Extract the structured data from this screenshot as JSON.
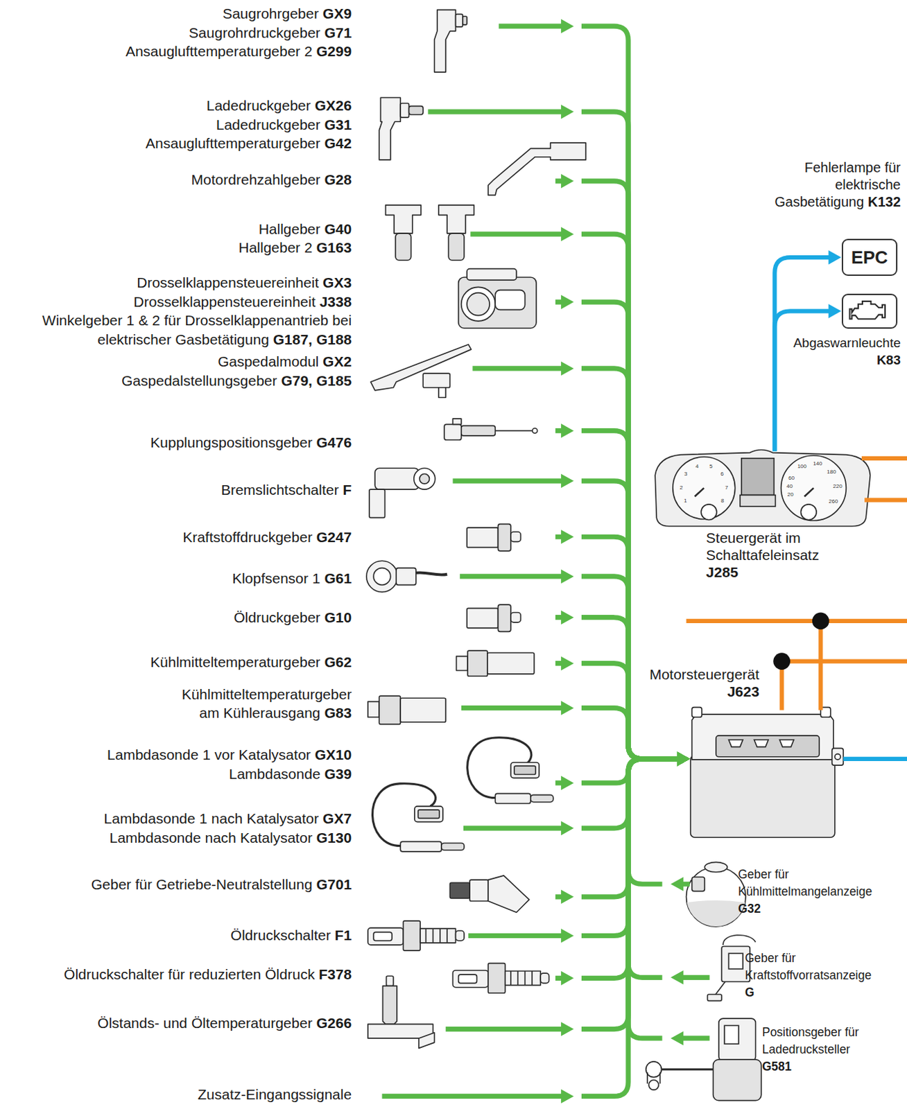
{
  "diagram": {
    "nodes": [
      {
        "text": [
          "Saugrohrgeber",
          "GX9",
          "Saugrohrdruckgeber",
          "G71",
          "Ansauglufttemperaturgeber 2",
          "G299"
        ]
      },
      {
        "text": [
          "Ladedruckgeber",
          "GX26",
          "Ladedruckgeber",
          "G31",
          "Ansauglufttemperaturgeber",
          "G42"
        ]
      },
      {
        "text": [
          "Motordrehzahlgeber",
          "G28"
        ]
      },
      {
        "text": [
          "Hallgeber",
          "G40",
          "Hallgeber 2",
          "G163"
        ]
      },
      {
        "text": [
          "Drosselklappensteuereinheit",
          "GX3",
          "Drosselklappensteuereinheit",
          "J338",
          "Winkelgeber 1 & 2 für Drosselklappenantrieb bei elektrischer Gasbetätigung",
          "G187, G188"
        ]
      },
      {
        "text": [
          "Gaspedalmodul",
          "GX2",
          "Gaspedalstellungsgeber",
          "G79, G185"
        ]
      },
      {
        "text": [
          "Kupplungspositionsgeber",
          "G476"
        ]
      },
      {
        "text": [
          "Bremslichtschalter",
          "F"
        ]
      },
      {
        "text": [
          "Kraftstoffdruckgeber",
          "G247"
        ]
      },
      {
        "text": [
          "Klopfsensor 1",
          "G61"
        ]
      },
      {
        "text": [
          "Öldruckgeber",
          "G10"
        ]
      },
      {
        "text": [
          "Kühlmitteltemperaturgeber",
          "G62"
        ]
      },
      {
        "text": [
          "Kühlmitteltemperaturgeber am Kühlerausgang",
          "G83"
        ]
      },
      {
        "text": [
          "Lambdasonde 1 vor Katalysator",
          "GX10",
          "Lambdasonde",
          "G39"
        ]
      },
      {
        "text": [
          "Lambdasonde 1 nach Katalysator",
          "GX7",
          "Lambdasonde nach Katalysator",
          "G130"
        ]
      },
      {
        "text": [
          "Geber für Getriebe-Neutralstellung",
          "G701"
        ]
      },
      {
        "text": [
          "Öldruckschalter",
          "F1"
        ]
      },
      {
        "text": [
          "Öldruckschalter für reduzierten Öldruck",
          "F378"
        ]
      },
      {
        "text": [
          "Ölstands- und Öltemperaturgeber",
          "G266"
        ]
      },
      {
        "text": [
          "Zusatz-Eingangssignale"
        ]
      },
      {
        "text": [
          "Fehlerlampe für elektrische Gasbetätigung",
          "K132",
          "EPC"
        ]
      },
      {
        "text": [
          "Abgaswarnleuchte",
          "K83"
        ]
      },
      {
        "text": [
          "Steuergerät im Schalttafeleinsatz",
          "J285"
        ]
      },
      {
        "text": [
          "Motorsteuergerät",
          "J623"
        ]
      },
      {
        "text": [
          "Geber für Kühlmittelmangelanzeige",
          "G32"
        ]
      },
      {
        "text": [
          "Geber für Kraftstoffvorratsanzeige",
          "G"
        ]
      },
      {
        "text": [
          "Positionsgeber für Ladedrucksteller",
          "G581"
        ]
      }
    ],
    "edges": [
      {
        "from": 0,
        "to": 23,
        "arrow": "to"
      },
      {
        "from": 1,
        "to": 23,
        "arrow": "to"
      },
      {
        "from": 2,
        "to": 23,
        "arrow": "to"
      },
      {
        "from": 3,
        "to": 23,
        "arrow": "to"
      },
      {
        "from": 4,
        "to": 23,
        "arrow": "to"
      },
      {
        "from": 5,
        "to": 23,
        "arrow": "to"
      },
      {
        "from": 6,
        "to": 23,
        "arrow": "to"
      },
      {
        "from": 7,
        "to": 23,
        "arrow": "to"
      },
      {
        "from": 8,
        "to": 23,
        "arrow": "to"
      },
      {
        "from": 9,
        "to": 23,
        "arrow": "to"
      },
      {
        "from": 10,
        "to": 23,
        "arrow": "to"
      },
      {
        "from": 11,
        "to": 23,
        "arrow": "to"
      },
      {
        "from": 12,
        "to": 23,
        "arrow": "to"
      },
      {
        "from": 13,
        "to": 23,
        "arrow": "to"
      },
      {
        "from": 14,
        "to": 23,
        "arrow": "to"
      },
      {
        "from": 15,
        "to": 23,
        "arrow": "to"
      },
      {
        "from": 16,
        "to": 23,
        "arrow": "to"
      },
      {
        "from": 17,
        "to": 23,
        "arrow": "to"
      },
      {
        "from": 18,
        "to": 23,
        "arrow": "to"
      },
      {
        "from": 19,
        "to": 23,
        "arrow": "to"
      },
      {
        "from": 24,
        "to": 23,
        "arrow": "to"
      },
      {
        "from": 25,
        "to": 23,
        "arrow": "to"
      },
      {
        "from": 26,
        "to": 23,
        "arrow": "to"
      },
      {
        "from": 22,
        "to": 20,
        "arrow": "to"
      },
      {
        "from": 22,
        "to": 21,
        "arrow": "to"
      }
    ],
    "labels": [
      "1",
      "2",
      "3",
      "4",
      "5",
      "6",
      "7",
      "8",
      "20",
      "40",
      "60",
      "100",
      "140",
      "180",
      "220",
      "260"
    ]
  }
}
